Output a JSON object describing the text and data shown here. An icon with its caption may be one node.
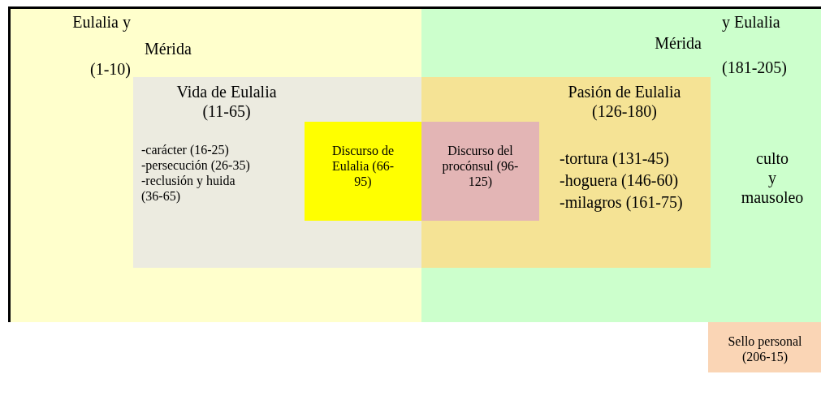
{
  "diagram": {
    "nodes": [
      {
        "text": [],
        "shape": "box"
      },
      {
        "text": [
          "Eulalia y",
          "Mérida",
          "(1-10)"
        ],
        "in": 0
      },
      {
        "text": [
          "Vida de Eulalia (11-65)",
          "-carácter (16-25)",
          "-persecución (26-35)",
          "-reclusión y huida (36-65)"
        ],
        "in": 1
      },
      {
        "text": [
          "Discurso de Eulalia (66-95)"
        ],
        "in": 2
      },
      {
        "text": [
          "Mérida",
          "y Eulalia",
          "(181-205)",
          "culto y mausoleo"
        ],
        "in": 0
      },
      {
        "text": [
          "Pasión de Eulalia (126-180)",
          "-tortura (131-45)",
          "-hoguera (146-60)",
          "-milagros (161-75)"
        ],
        "in": 4
      },
      {
        "text": [
          "Discurso del procónsul (96-125)"
        ],
        "in": 5
      },
      {
        "text": [
          "Sello personal (206-15)"
        ]
      }
    ],
    "edges": []
  }
}
